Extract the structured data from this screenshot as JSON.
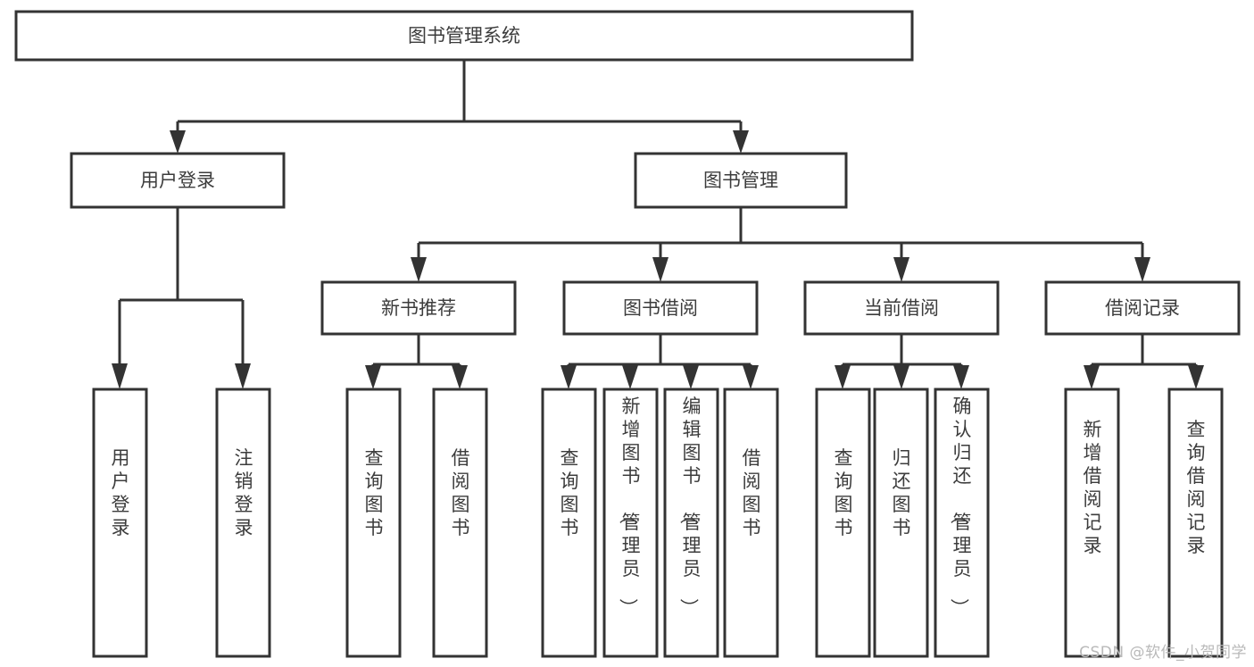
{
  "diagram": {
    "type": "tree-hierarchy",
    "title": "图书管理系统",
    "watermark": "CSDN @软件_小贺同学",
    "colors": {
      "stroke": "#333333",
      "fill": "#ffffff",
      "text": "#3c3c3c",
      "watermark": "#b9b9b9",
      "background": "#ffffff"
    },
    "levels": [
      {
        "level": 1,
        "nodes": [
          {
            "id": "root",
            "label": "图书管理系统",
            "orientation": "horizontal"
          }
        ]
      },
      {
        "level": 2,
        "nodes": [
          {
            "id": "user-login",
            "label": "用户登录",
            "orientation": "horizontal",
            "parent": "root"
          },
          {
            "id": "book-manage",
            "label": "图书管理",
            "orientation": "horizontal",
            "parent": "root"
          }
        ]
      },
      {
        "level": 3,
        "nodes": [
          {
            "id": "new-book-rec",
            "label": "新书推荐",
            "orientation": "horizontal",
            "parent": "book-manage"
          },
          {
            "id": "book-borrow",
            "label": "图书借阅",
            "orientation": "horizontal",
            "parent": "book-manage"
          },
          {
            "id": "current-borrow",
            "label": "当前借阅",
            "orientation": "horizontal",
            "parent": "book-manage"
          },
          {
            "id": "borrow-record",
            "label": "借阅记录",
            "orientation": "horizontal",
            "parent": "book-manage"
          }
        ]
      },
      {
        "level": 4,
        "nodes": [
          {
            "id": "leaf-user-login",
            "label": "用户登录",
            "orientation": "vertical",
            "parent": "user-login"
          },
          {
            "id": "leaf-user-logout",
            "label": "注销登录",
            "orientation": "vertical",
            "parent": "user-login"
          },
          {
            "id": "leaf-query-book-1",
            "label": "查询图书",
            "orientation": "vertical",
            "parent": "new-book-rec"
          },
          {
            "id": "leaf-borrow-book-1",
            "label": "借阅图书",
            "orientation": "vertical",
            "parent": "new-book-rec"
          },
          {
            "id": "leaf-query-book-2",
            "label": "查询图书",
            "orientation": "vertical",
            "parent": "book-borrow"
          },
          {
            "id": "leaf-add-book",
            "label": "新增图书（管理员）",
            "orientation": "vertical",
            "parent": "book-borrow"
          },
          {
            "id": "leaf-edit-book",
            "label": "编辑图书（管理员）",
            "orientation": "vertical",
            "parent": "book-borrow"
          },
          {
            "id": "leaf-borrow-book-2",
            "label": "借阅图书",
            "orientation": "vertical",
            "parent": "book-borrow"
          },
          {
            "id": "leaf-query-book-3",
            "label": "查询图书",
            "orientation": "vertical",
            "parent": "current-borrow"
          },
          {
            "id": "leaf-return-book",
            "label": "归还图书",
            "orientation": "vertical",
            "parent": "current-borrow"
          },
          {
            "id": "leaf-confirm-return",
            "label": "确认归还（管理员）",
            "orientation": "vertical",
            "parent": "current-borrow"
          },
          {
            "id": "leaf-add-record",
            "label": "新增借阅记录",
            "orientation": "vertical",
            "parent": "borrow-record"
          },
          {
            "id": "leaf-query-record",
            "label": "查询借阅记录",
            "orientation": "vertical",
            "parent": "borrow-record"
          }
        ]
      }
    ]
  }
}
